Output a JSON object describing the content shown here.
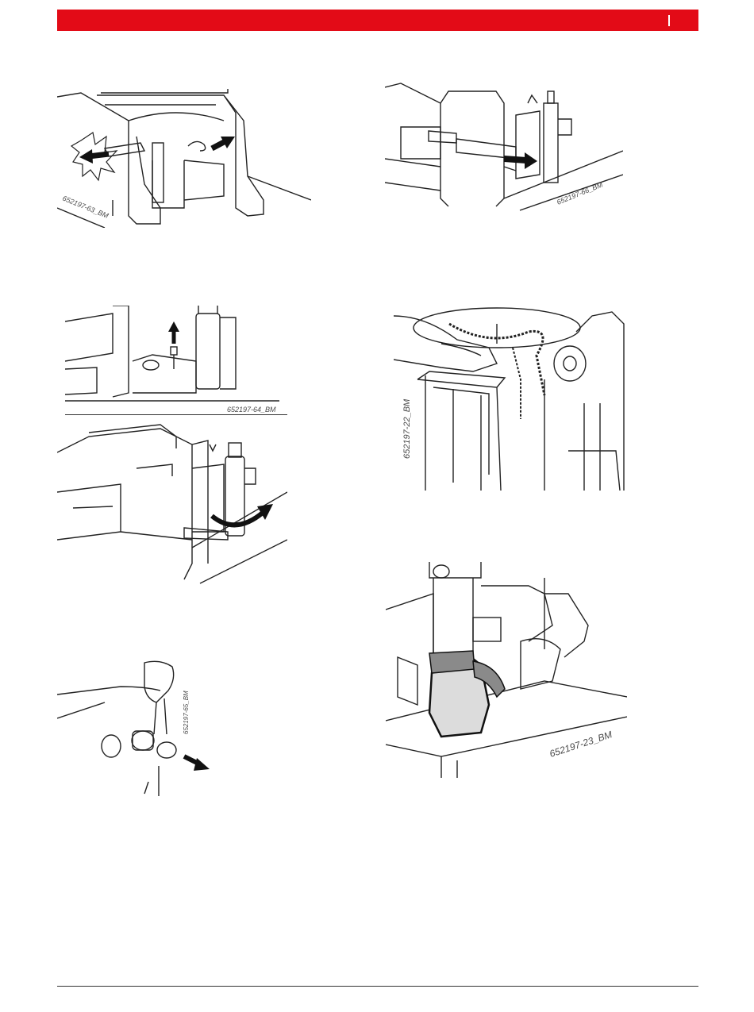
{
  "header": {
    "brand_color": "#e30b17"
  },
  "figures": [
    {
      "id": "fig1",
      "code": "652197-63_BM"
    },
    {
      "id": "fig2",
      "code": "652197-66_BM"
    },
    {
      "id": "fig3",
      "code": "652197-64_BM"
    },
    {
      "id": "fig4",
      "code": "652197-22_BM"
    },
    {
      "id": "fig5",
      "code": "652197-65_BM"
    },
    {
      "id": "fig6",
      "code": "652197-23_BM"
    }
  ],
  "icons": [
    "arrow-left-icon",
    "arrow-right-icon",
    "arrow-up-icon",
    "rotate-arrow-icon"
  ]
}
